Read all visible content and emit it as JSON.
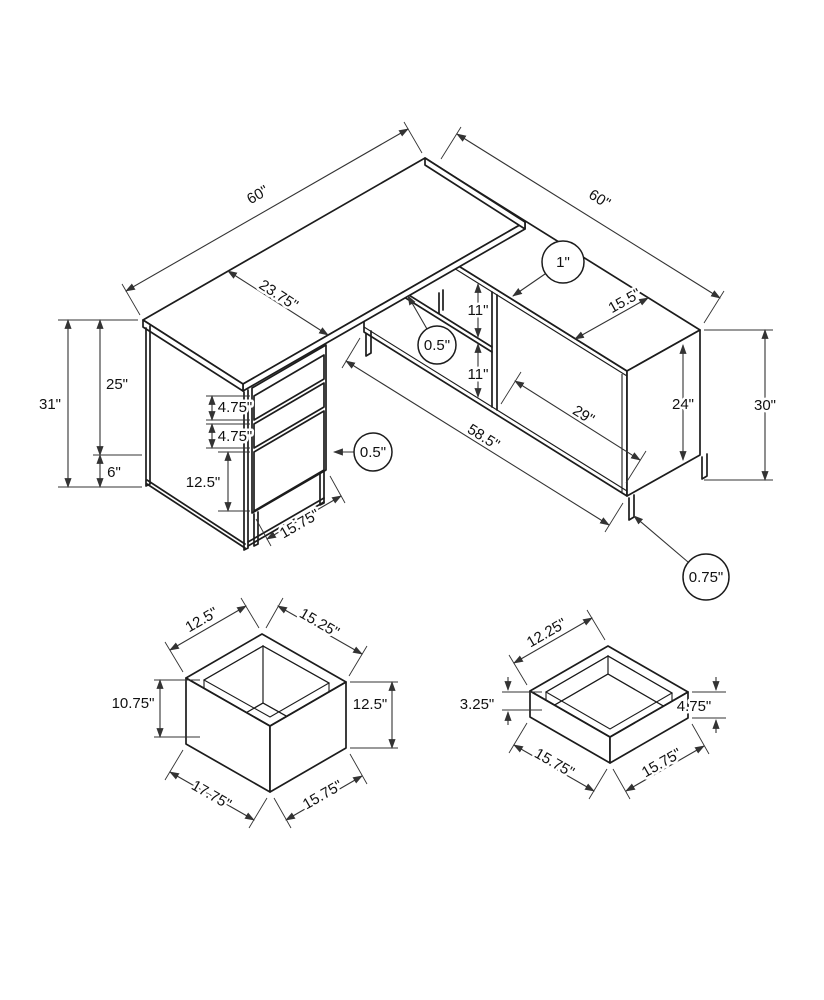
{
  "desk": {
    "left_length": "60\"",
    "right_length": "60\"",
    "desktop_depth": "23.75\"",
    "top_thickness": "1\"",
    "shelf_gap_upper": "11\"",
    "shelf_gap_lower": "11\"",
    "shelf_thickness": "0.5\"",
    "credenza_depth": "15.5\"",
    "clearance_height": "25\"",
    "overall_height": "31\"",
    "base_height": "6\"",
    "drawer_height_1": "4.75\"",
    "drawer_height_2": "4.75\"",
    "file_drawer_height": "12.5\"",
    "drawer_reveal": "0.5\"",
    "pedestal_width": "15.75\"",
    "credenza_inner_height": "24\"",
    "credenza_height": "30\"",
    "opening_width": "29\"",
    "credenza_length": "58.5\"",
    "leg_diameter": "0.75\""
  },
  "file_drawer_box": {
    "top_width": "12.5\"",
    "top_depth": "15.25\"",
    "inner_height": "10.75\"",
    "outer_height": "12.5\"",
    "depth": "17.75\"",
    "width": "15.75\""
  },
  "small_drawer_box": {
    "top_width": "12.25\"",
    "inner_height": "3.25\"",
    "outer_height": "4.75\"",
    "depth": "15.75\"",
    "width": "15.75\""
  }
}
